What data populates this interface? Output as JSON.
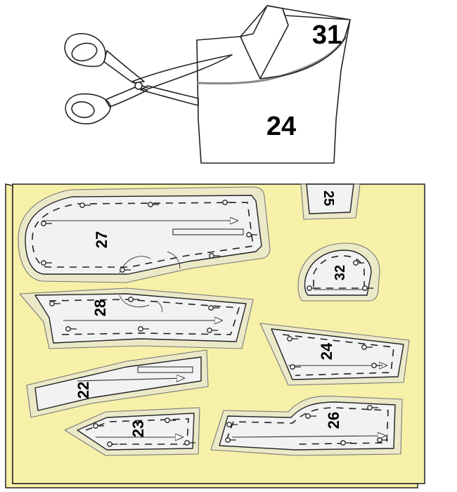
{
  "scissors_scene": {
    "pattern_top_label": "31",
    "pattern_main_label": "24"
  },
  "fabric": {
    "background_color": "#f7f0a8",
    "pieces": [
      {
        "id": "27",
        "label": "27"
      },
      {
        "id": "25",
        "label": "25"
      },
      {
        "id": "32",
        "label": "32"
      },
      {
        "id": "28",
        "label": "28"
      },
      {
        "id": "24",
        "label": "24"
      },
      {
        "id": "22",
        "label": "22"
      },
      {
        "id": "23",
        "label": "23"
      },
      {
        "id": "26",
        "label": "26"
      }
    ]
  }
}
